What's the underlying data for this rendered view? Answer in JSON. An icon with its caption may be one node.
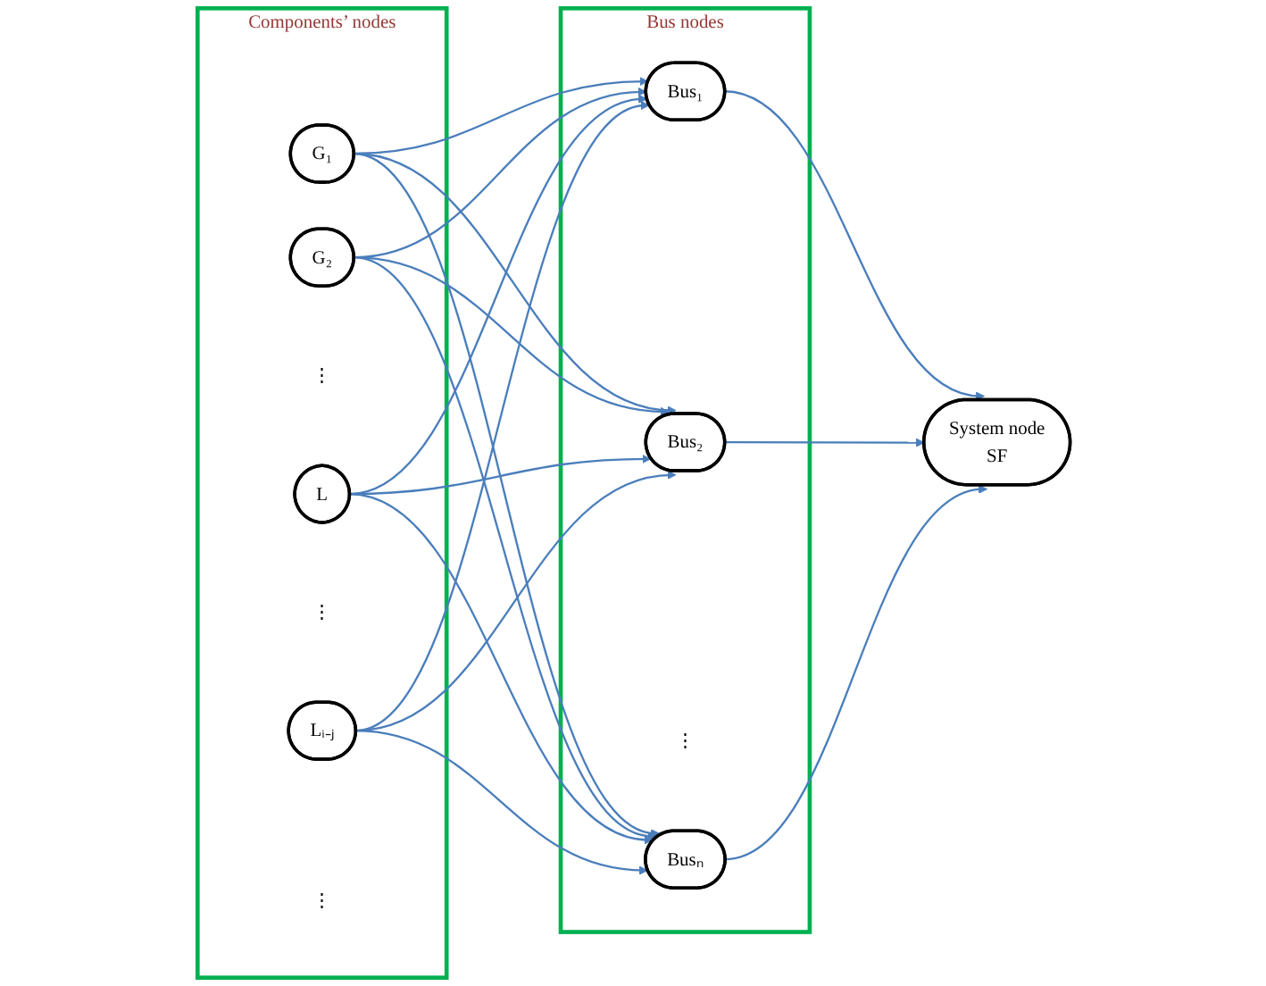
{
  "diagram": {
    "nodes": [
      {
        "text": [
          "Components’ nodes"
        ]
      },
      {
        "text": [
          "G₁"
        ],
        "in": 0
      },
      {
        "text": [
          "G₂"
        ],
        "in": 0
      },
      {
        "text": [
          "⋮"
        ],
        "in": 0
      },
      {
        "text": [
          "L"
        ],
        "in": 0
      },
      {
        "text": [
          "⋮"
        ],
        "in": 0
      },
      {
        "text": [
          "Lᵢ₋ⱼ"
        ],
        "in": 0
      },
      {
        "text": [
          "⋮"
        ],
        "in": 0
      },
      {
        "text": [
          "Bus nodes"
        ]
      },
      {
        "text": [
          "Bus₁"
        ],
        "in": 8
      },
      {
        "text": [
          "Bus₂"
        ],
        "in": 8
      },
      {
        "text": [
          "⋮"
        ],
        "in": 8
      },
      {
        "text": [
          "Busₙ"
        ],
        "in": 8
      },
      {
        "text": [
          "System node",
          "SF"
        ]
      }
    ],
    "edges": [
      {
        "from": 1,
        "to": 9,
        "arrow": "to"
      },
      {
        "from": 1,
        "to": 10,
        "arrow": "to"
      },
      {
        "from": 1,
        "to": 12,
        "arrow": "to"
      },
      {
        "from": 2,
        "to": 9,
        "arrow": "to"
      },
      {
        "from": 2,
        "to": 10,
        "arrow": "to"
      },
      {
        "from": 2,
        "to": 12,
        "arrow": "to"
      },
      {
        "from": 4,
        "to": 9,
        "arrow": "to"
      },
      {
        "from": 4,
        "to": 10,
        "arrow": "to"
      },
      {
        "from": 4,
        "to": 12,
        "arrow": "to"
      },
      {
        "from": 6,
        "to": 9,
        "arrow": "to"
      },
      {
        "from": 6,
        "to": 10,
        "arrow": "to"
      },
      {
        "from": 6,
        "to": 12,
        "arrow": "to"
      },
      {
        "from": 9,
        "to": 13,
        "arrow": "to"
      },
      {
        "from": 10,
        "to": 13,
        "arrow": "to"
      },
      {
        "from": 12,
        "to": 13,
        "arrow": "to"
      }
    ]
  }
}
